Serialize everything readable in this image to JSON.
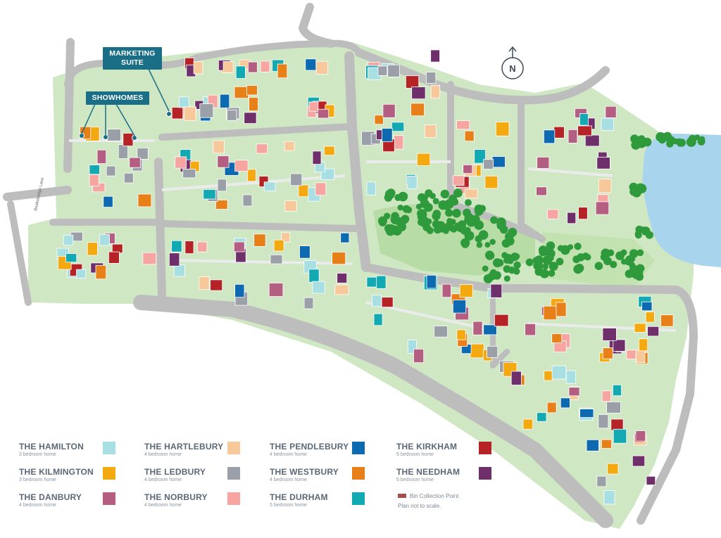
{
  "callouts": {
    "marketing_suite_line1": "MARKETING",
    "marketing_suite_line2": "SUITE",
    "showhomes": "SHOWHOMES"
  },
  "road_label": "Beaksbridge Lane",
  "north_label": "N",
  "legend": [
    {
      "name": "THE HAMILTON",
      "sub": "3 bedroom home",
      "color": "#a8dfe3"
    },
    {
      "name": "THE KILMINGTON",
      "sub": "3 bedroom home",
      "color": "#f5a911"
    },
    {
      "name": "THE DANBURY",
      "sub": "4 bedroom home",
      "color": "#b45e82"
    },
    {
      "name": "THE HARTLEBURY",
      "sub": "4 bedroom home",
      "color": "#f7c99a"
    },
    {
      "name": "THE LEDBURY",
      "sub": "4 bedroom home",
      "color": "#9a9fa8"
    },
    {
      "name": "THE NORBURY",
      "sub": "4 bedroom home",
      "color": "#f6a5a0"
    },
    {
      "name": "THE PENDLEBURY",
      "sub": "4 bedroom home",
      "color": "#0e6ab0"
    },
    {
      "name": "THE WESTBURY",
      "sub": "4 bedroom home",
      "color": "#e8801a"
    },
    {
      "name": "THE DURHAM",
      "sub": "5 bedroom home",
      "color": "#12a9b3"
    },
    {
      "name": "THE KIRKHAM",
      "sub": "5 bedroom home",
      "color": "#b52327"
    },
    {
      "name": "THE NEEDHAM",
      "sub": "5 bedroom home",
      "color": "#6e2f6a"
    }
  ],
  "notes": {
    "bin_point": "Bin Collection Point",
    "bin_color": "#a2504a",
    "scale": "Plan not to scale."
  },
  "colors": {
    "road": "#bdbdbd",
    "grass": "#cfe7c2",
    "pond": "#a9d4ee",
    "tree": "#2f9a3c",
    "callout_bg": "#1a6e86"
  }
}
